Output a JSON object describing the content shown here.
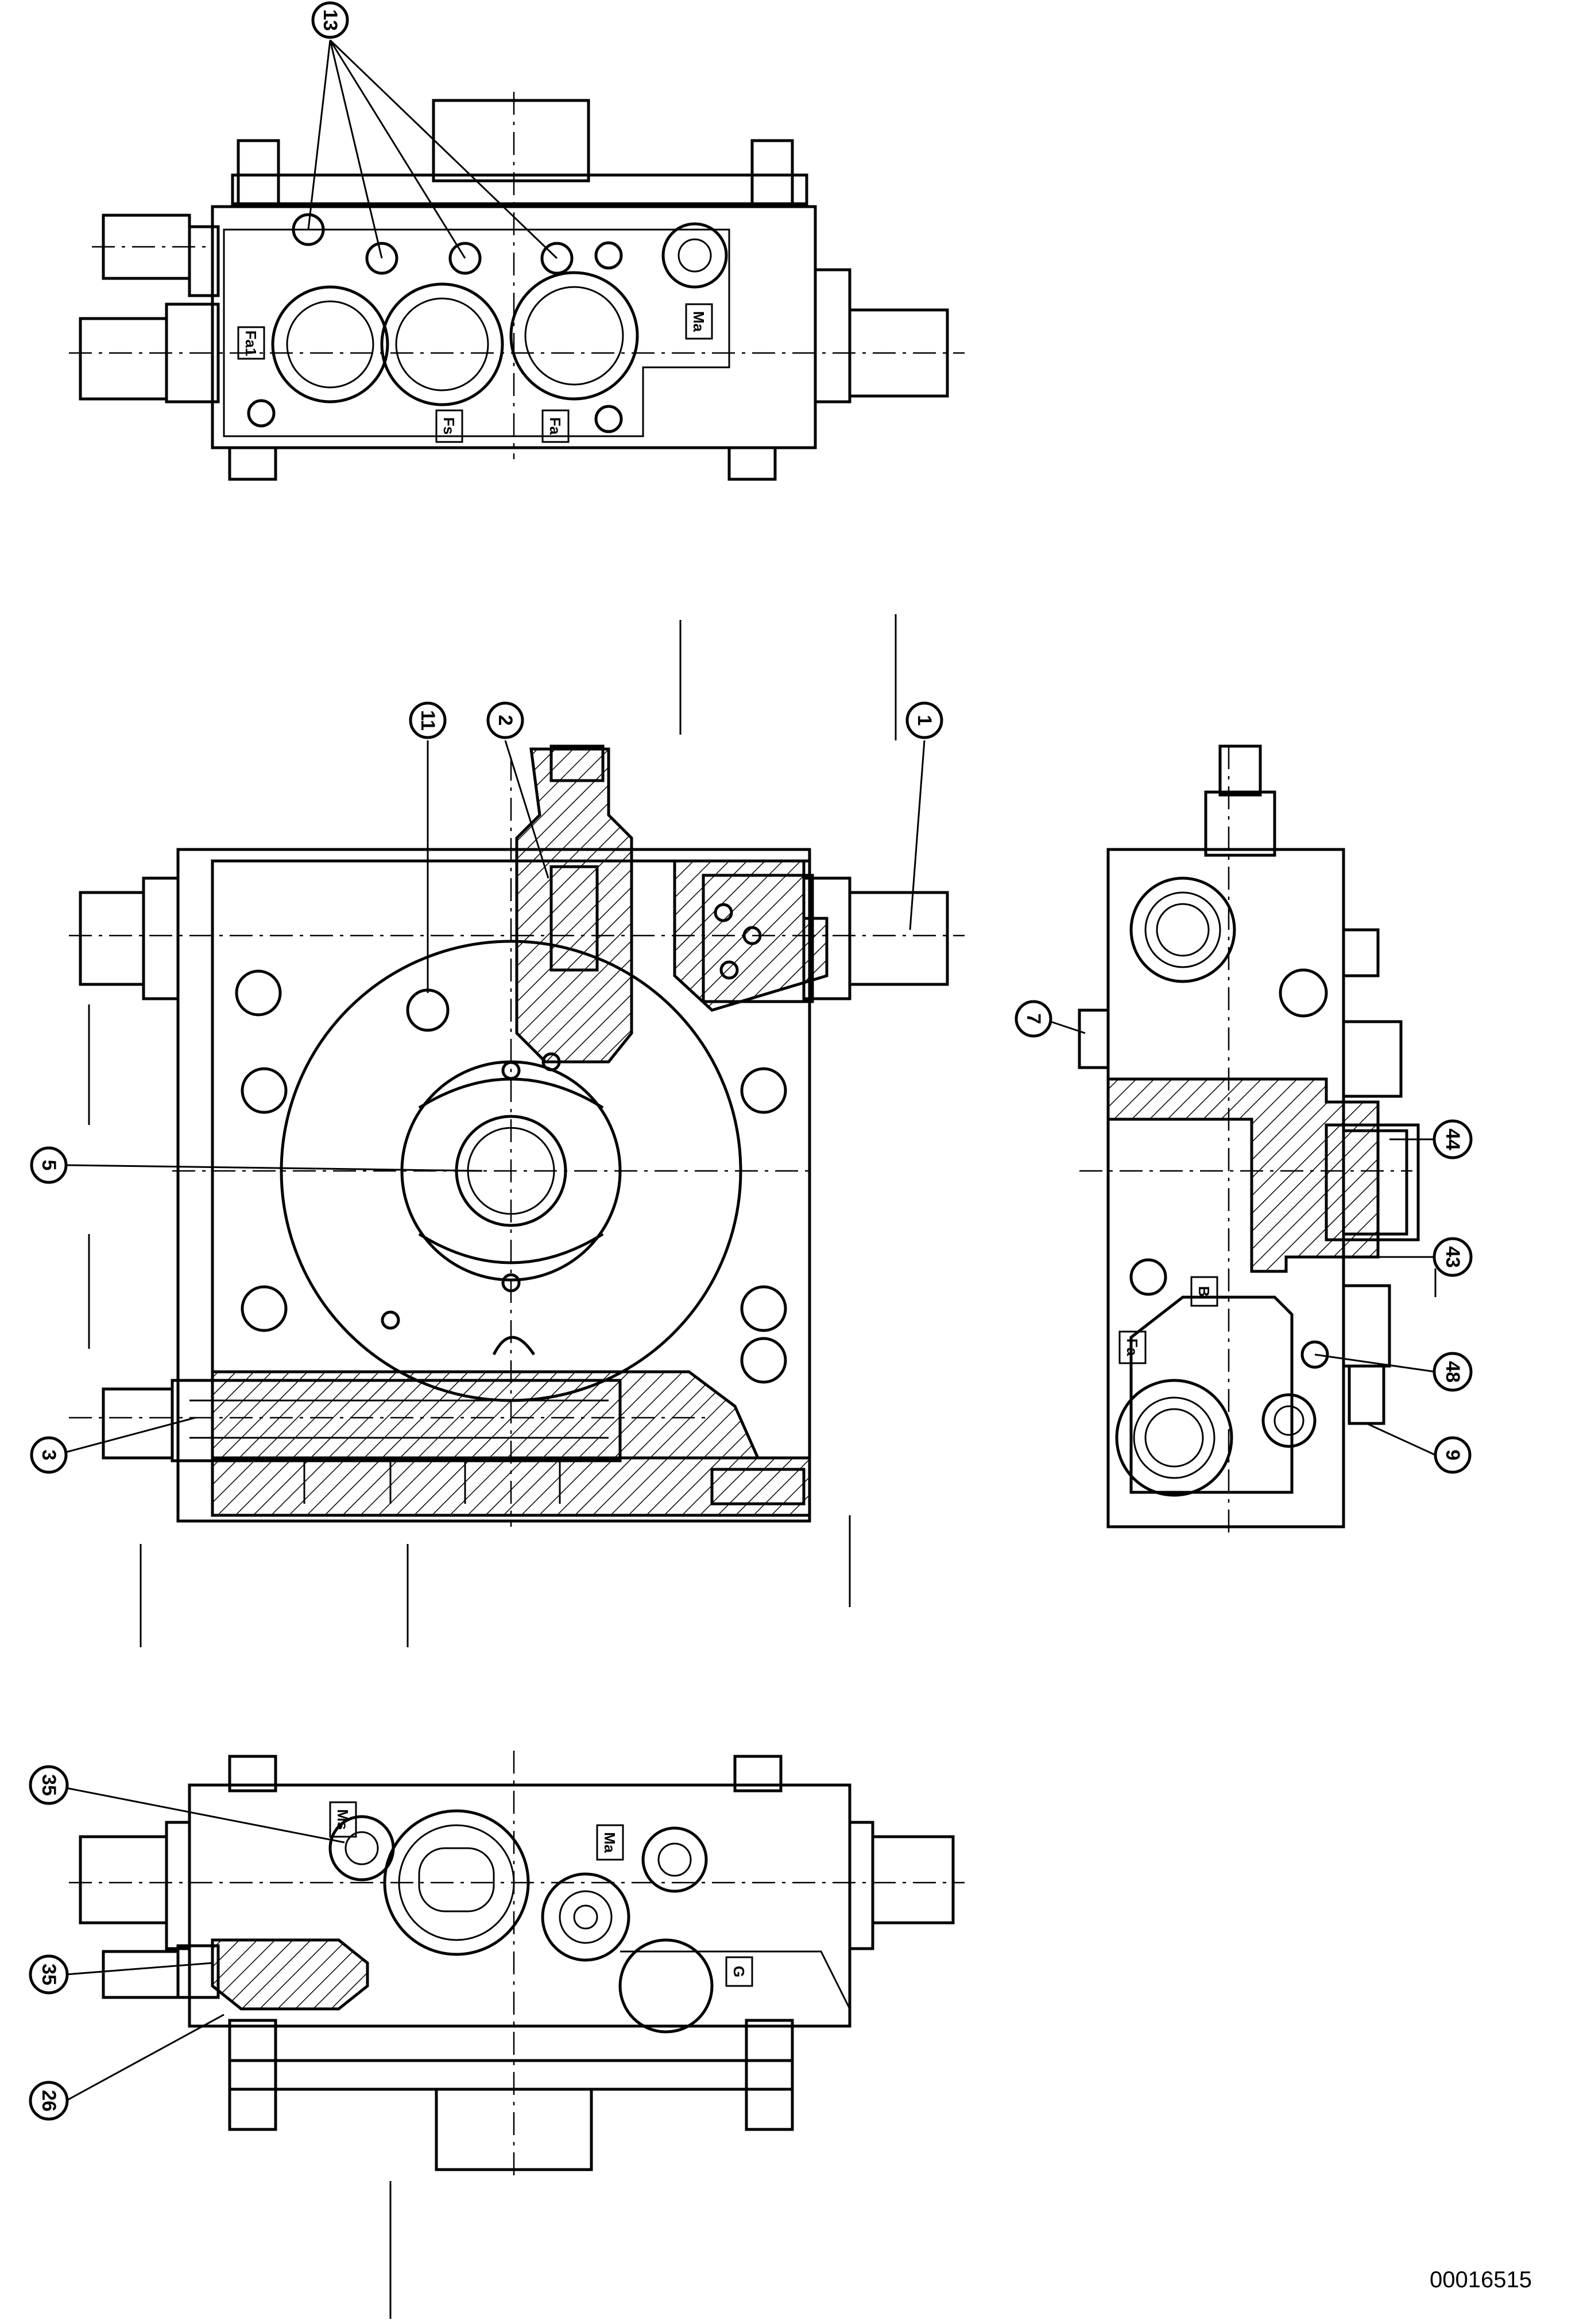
{
  "drawing_number": "00016515",
  "callouts": [
    {
      "id": "c13",
      "label": "13"
    },
    {
      "id": "c11",
      "label": "11"
    },
    {
      "id": "c2",
      "label": "2"
    },
    {
      "id": "c1",
      "label": "1"
    },
    {
      "id": "c5",
      "label": "5"
    },
    {
      "id": "c3",
      "label": "3"
    },
    {
      "id": "c7",
      "label": "7"
    },
    {
      "id": "c44",
      "label": "44"
    },
    {
      "id": "c43",
      "label": "43"
    },
    {
      "id": "c48",
      "label": "48"
    },
    {
      "id": "c9",
      "label": "9"
    },
    {
      "id": "c35a",
      "label": "35"
    },
    {
      "id": "c35b",
      "label": "35"
    },
    {
      "id": "c26",
      "label": "26"
    }
  ],
  "port_labels": {
    "top_fa1": "Fa1",
    "top_fs": "Fs",
    "top_fa": "Fa",
    "top_ma": "Ma",
    "side_b": "B",
    "side_fa": "Fa",
    "bottom_ms": "Ms",
    "bottom_ma": "Ma",
    "bottom_g": "G"
  }
}
